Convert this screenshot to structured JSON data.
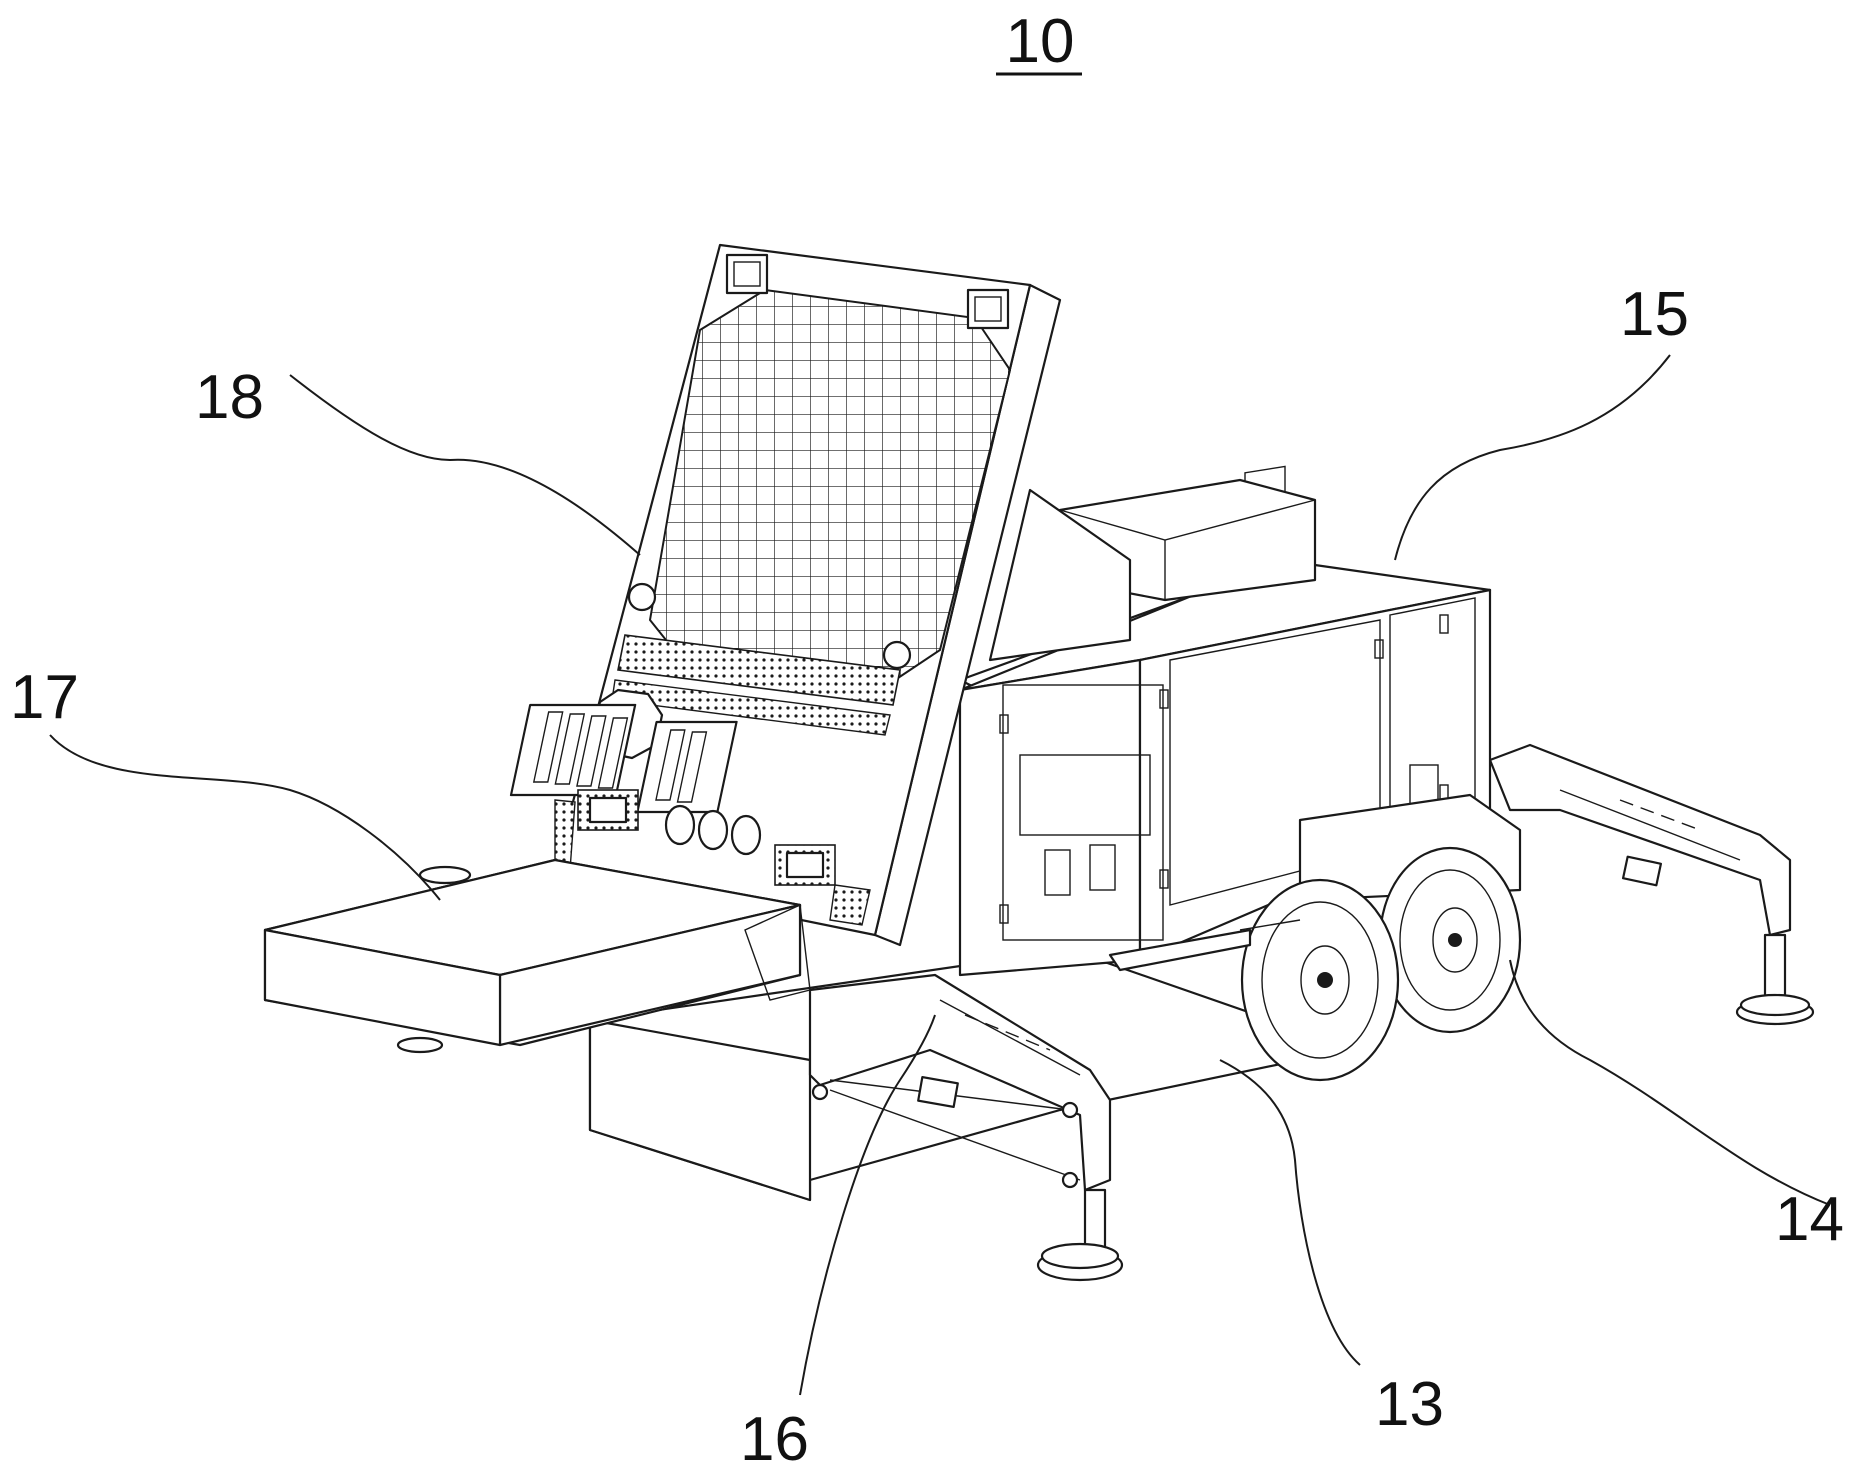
{
  "figure": {
    "number": "10"
  },
  "reference_labels": [
    {
      "id": "13",
      "text": "13"
    },
    {
      "id": "14",
      "text": "14"
    },
    {
      "id": "15",
      "text": "15"
    },
    {
      "id": "16",
      "text": "16"
    },
    {
      "id": "17",
      "text": "17"
    },
    {
      "id": "18",
      "text": "18"
    }
  ],
  "colors": {
    "line": "#1a1a1a",
    "background": "#ffffff"
  }
}
